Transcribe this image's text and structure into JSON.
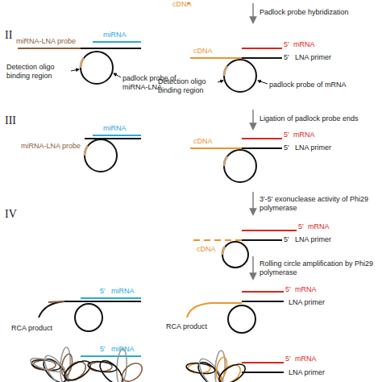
{
  "diagram": {
    "labels": [
      "cDNA",
      "Padlock probe hybridization",
      "II",
      "miRNA",
      "miRNA-LNA probe",
      "Detection oligo binding region",
      "padlock probe of miRNA-LNA",
      "5'",
      "mRNA",
      "cDNA",
      "5'",
      "LNA primer",
      "Detection oligo binding region",
      "padlock probe of mRNA",
      "III",
      "Ligation of padlock probe ends",
      "miRNA",
      "miRNA-LNA probe",
      "5'",
      "mRNA",
      "cDNA",
      "5'",
      "LNA primer",
      "IV",
      "3'-5' exonuclease activity of Phi29 polymerase",
      "5'",
      "mRNA",
      "cDNA",
      "5'",
      "LNA primer",
      "Rolling circle amplification by Phi29 polymerase",
      "5'",
      "miRNA",
      "RCA product",
      "5'",
      "mRNA",
      "LNA primer",
      "RCA product",
      "5'",
      "miRNA",
      "5'",
      "mRNA",
      "LNA primer"
    ]
  }
}
